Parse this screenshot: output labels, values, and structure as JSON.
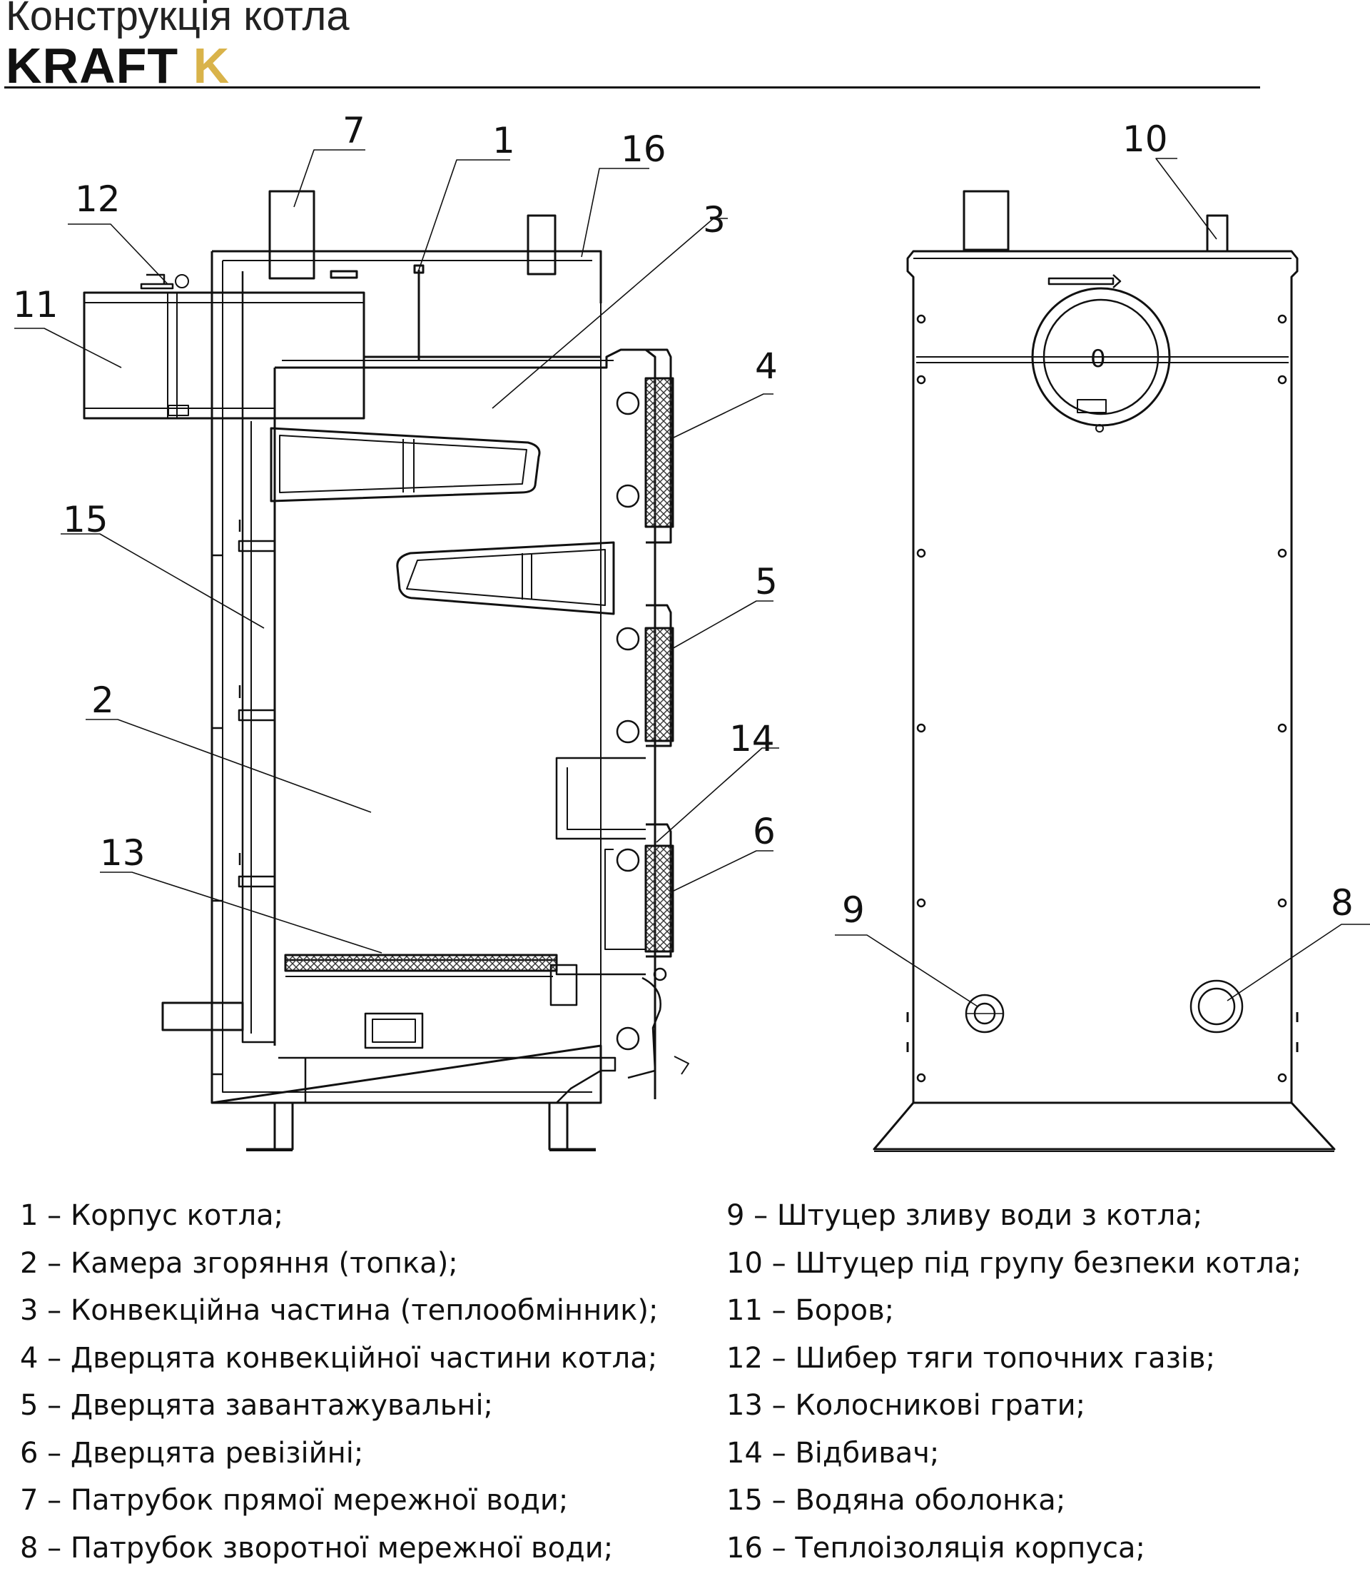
{
  "header": {
    "subtitle": "Конструкція котла",
    "brand_main": "KRAFT",
    "brand_accent": "K",
    "accent_color": "#d9b34a"
  },
  "diagram": {
    "front_view_label": "0",
    "callouts": {
      "c1": "1",
      "c2": "2",
      "c3": "3",
      "c4": "4",
      "c5": "5",
      "c6": "6",
      "c7": "7",
      "c8": "8",
      "c9": "9",
      "c10": "10",
      "c11": "11",
      "c12": "12",
      "c13": "13",
      "c14": "14",
      "c15": "15",
      "c16": "16"
    }
  },
  "legend": {
    "left": [
      "1 – Корпус котла;",
      "2 – Камера згоряння (топка);",
      "3 – Конвекційна частина (теплообмінник);",
      "4 – Дверцята конвекційної частини котла;",
      "5 – Дверцята завантажувальні;",
      "6 – Дверцята ревізійні;",
      "7 – Патрубок прямої мережної води;",
      "8 – Патрубок зворотної мережної води;"
    ],
    "right": [
      "9 – Штуцер зливу води з котла;",
      "10 – Штуцер під групу безпеки котла;",
      "11 – Боров;",
      "12 – Шибер тяги топочних газів;",
      "13 – Колосникові грати;",
      "14 – Відбивач;",
      "15 – Водяна оболонка;",
      "16 – Теплоізоляція корпуса;"
    ]
  }
}
